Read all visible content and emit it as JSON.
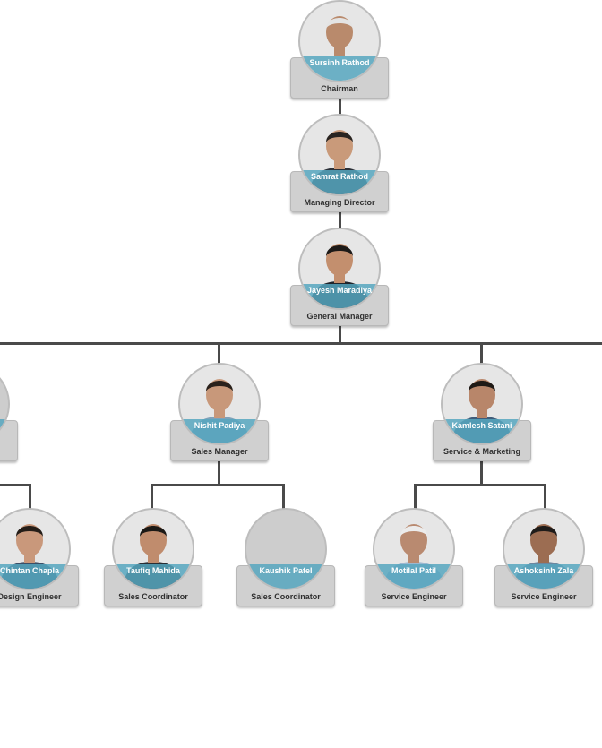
{
  "members": [
    {
      "id": "sursinh",
      "name": "Sursinh Rathod",
      "title": "Chairman",
      "photo": true,
      "skin": "#b98a6c",
      "hair": "#e4e4e4",
      "suit": "#e8e8e8"
    },
    {
      "id": "samrat",
      "name": "Samrat Rathod",
      "title": "Managing Director",
      "photo": true,
      "skin": "#c99a7a",
      "hair": "#2a2420",
      "suit": "#2b3038"
    },
    {
      "id": "jayesh",
      "name": "Jayesh Maradiya",
      "title": "General Manager",
      "photo": true,
      "skin": "#c38f6e",
      "hair": "#1d1a18",
      "suit": "#20252c"
    },
    {
      "id": "left-partial",
      "name": "",
      "title": "",
      "photo": false
    },
    {
      "id": "nishit",
      "name": "Nishit Padiya",
      "title": "Sales Manager",
      "photo": true,
      "skin": "#c8987a",
      "hair": "#2a211b",
      "suit": "#7fa1b8"
    },
    {
      "id": "kamlesh",
      "name": "Kamlesh Satani",
      "title": "Service & Marketing",
      "photo": true,
      "skin": "#b8866a",
      "hair": "#1f1a16",
      "suit": "#3f5c7a"
    },
    {
      "id": "chintan",
      "name": "Chintan Chapla",
      "title": "Design Engineer",
      "photo": true,
      "skin": "#c9987b",
      "hair": "#241d18",
      "suit": "#3b4f67"
    },
    {
      "id": "taufiq",
      "name": "Taufiq Mahida",
      "title": "Sales Coordinator",
      "photo": true,
      "skin": "#c08c6d",
      "hair": "#1c1916",
      "suit": "#2a2e34"
    },
    {
      "id": "kaushik",
      "name": "Kaushik Patel",
      "title": "Sales Coordinator",
      "photo": false
    },
    {
      "id": "motilal",
      "name": "Motilal Patil",
      "title": "Service Engineer",
      "photo": true,
      "skin": "#b98a70",
      "hair": "#ececec",
      "suit": "#9bb7d0"
    },
    {
      "id": "ashoksinh",
      "name": "Ashoksinh Zala",
      "title": "Service Engineer",
      "photo": true,
      "skin": "#9c6d52",
      "hair": "#1f1c1a",
      "suit": "#6b87a0"
    }
  ]
}
